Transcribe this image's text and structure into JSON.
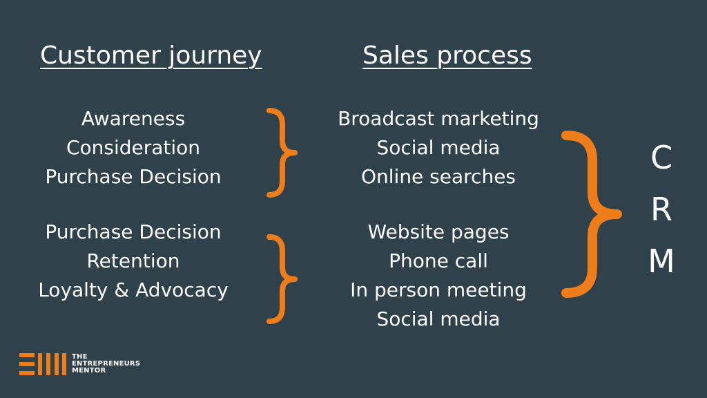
{
  "headings": {
    "customer_journey": "Customer journey",
    "sales_process": "Sales process"
  },
  "customer_journey": {
    "group1": [
      "Awareness",
      "Consideration",
      "Purchase Decision"
    ],
    "group2": [
      "Purchase Decision",
      "Retention",
      "Loyalty & Advocacy"
    ]
  },
  "sales_process": {
    "group1": [
      "Broadcast marketing",
      "Social media",
      "Online searches"
    ],
    "group2": [
      "Website pages",
      "Phone call",
      "In person meeting",
      "Social media"
    ]
  },
  "crm": [
    "C",
    "R",
    "M"
  ],
  "logo": {
    "line1": "THE",
    "line2": "ENTREPRENEURS",
    "line3": "MENTOR"
  },
  "colors": {
    "background": "#2f414a",
    "accent": "#ef7d1a",
    "text": "#ffffff"
  },
  "icons": {
    "brace": "right-curly-brace-icon",
    "logo": "logo-bars-icon"
  }
}
